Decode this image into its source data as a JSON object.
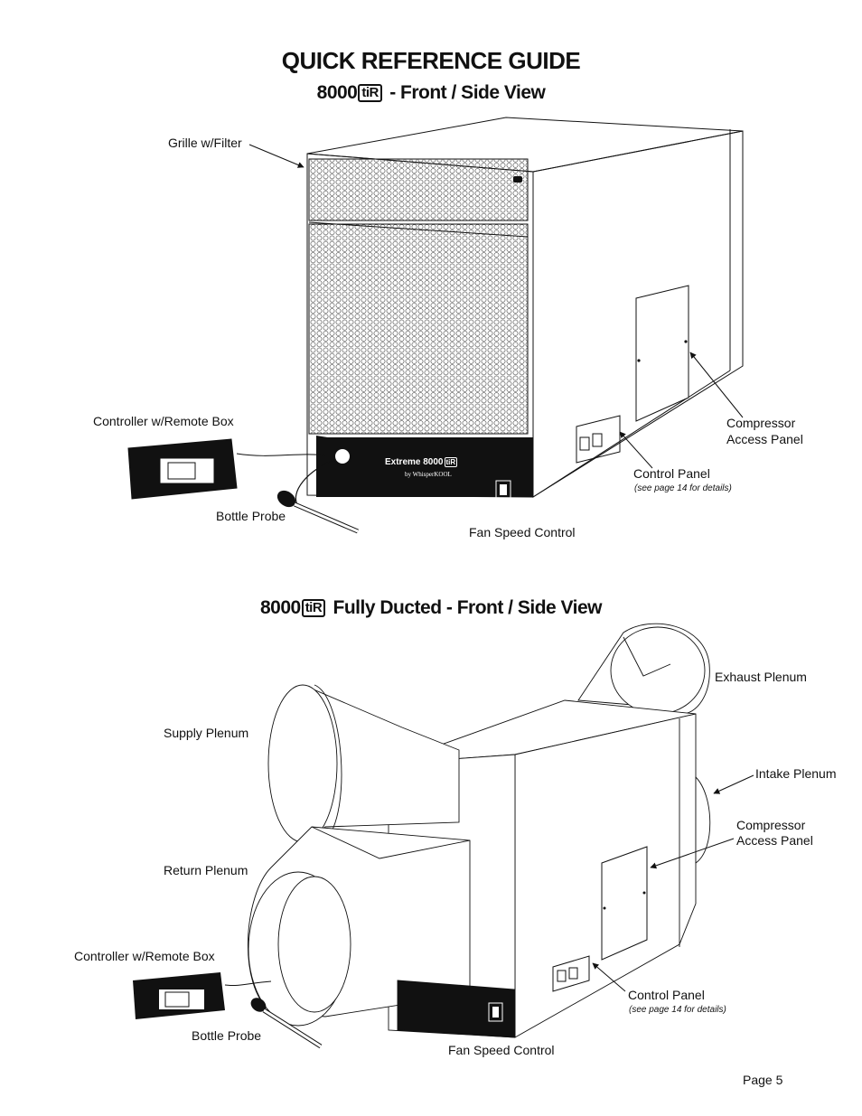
{
  "page": {
    "title": "QUICK REFERENCE GUIDE",
    "page_number": "Page 5"
  },
  "section1": {
    "heading_model": "8000",
    "heading_badge": "tiR",
    "heading_rest": "- Front / Side View",
    "labels": {
      "grille": "Grille w/Filter",
      "controller": "Controller w/Remote Box",
      "bottle_probe": "Bottle Probe",
      "fan_speed": "Fan Speed Control",
      "control_panel": "Control Panel",
      "control_panel_note": "(see page 14 for details)",
      "compressor_line1": "Compressor",
      "compressor_line2": "Access Panel"
    },
    "unit_brand": "Extreme 8000",
    "unit_brand_badge": "tiR",
    "unit_sub": "by WhisperKOOL"
  },
  "section2": {
    "heading_model": "8000",
    "heading_badge": "tiR",
    "heading_rest": "Fully Ducted - Front / Side View",
    "labels": {
      "exhaust": "Exhaust Plenum",
      "supply": "Supply Plenum",
      "intake": "Intake Plenum",
      "compressor_line1": "Compressor",
      "compressor_line2": "Access Panel",
      "return": "Return Plenum",
      "controller": "Controller w/Remote Box",
      "control_panel": "Control Panel",
      "control_panel_note": "(see page 14 for details)",
      "bottle_probe": "Bottle Probe",
      "fan_speed": "Fan Speed Control"
    }
  },
  "colors": {
    "ink": "#111111",
    "panel_black": "#111111",
    "paper": "#ffffff"
  }
}
